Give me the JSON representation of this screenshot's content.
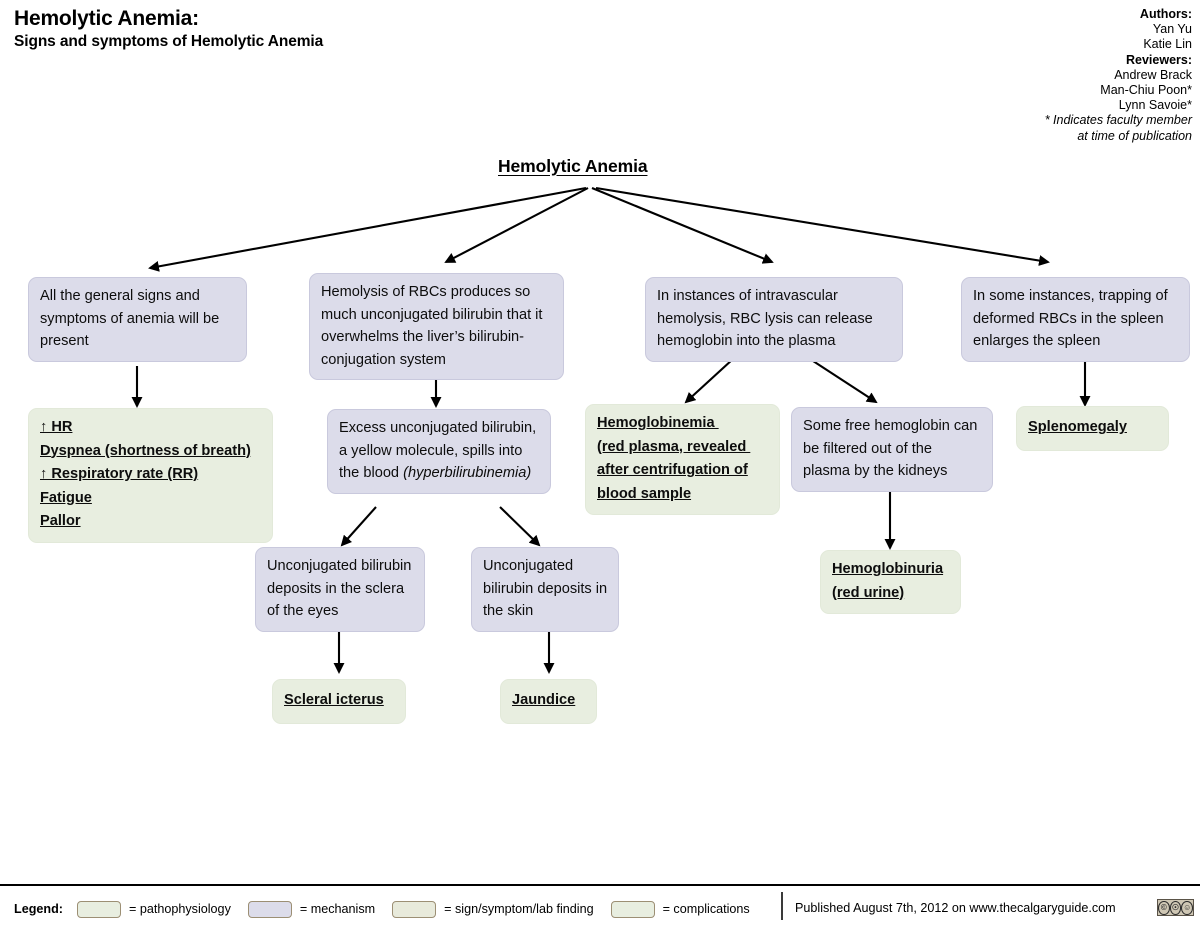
{
  "header": {
    "title": "Hemolytic Anemia:",
    "subtitle": "Signs and symptoms of Hemolytic Anemia",
    "authors_label": "Authors:",
    "authors": [
      "Yan Yu",
      "Katie Lin"
    ],
    "reviewers_label": "Reviewers:",
    "reviewers": [
      "Andrew Brack",
      "Man-Chiu Poon*",
      "Lynn Savoie*"
    ],
    "footnote_line1": "* Indicates faculty member",
    "footnote_line2": "at time of publication"
  },
  "root": {
    "label": "Hemolytic Anemia"
  },
  "nodes": {
    "general_signs": "All the general signs and symptoms of anemia will be present",
    "hemolysis_bilirubin": "Hemolysis of RBCs produces so much unconjugated bilirubin that it overwhelms the liver’s bilirubin-conjugation system",
    "intravascular": "In instances of intravascular hemolysis, RBC lysis can release hemoglobin into the plasma",
    "spleen_trapping": "In some instances, trapping of deformed RBCs in the spleen enlarges the spleen",
    "excess_bilirubin_a": "Excess unconjugated bilirubin, a yellow molecule, spills  into the blood ",
    "excess_bilirubin_b": "(hyperbilirubinemia)",
    "free_hgb_kidneys": "Some free hemoglobin can be filtered out of the plasma by the kidneys",
    "sclera_deposit": "Unconjugated bilirubin deposits in the sclera of the eyes",
    "skin_deposit": "Unconjugated bilirubin deposits in the skin"
  },
  "signs": {
    "general_list": [
      "↑ HR",
      "Dyspnea (shortness of breath)",
      "↑ Respiratory rate (RR)",
      "Fatigue",
      "Pallor"
    ],
    "hemoglobinemia": [
      "Hemoglobinemia ",
      "(red plasma, revealed ",
      "after centrifugation of",
      "blood sample"
    ],
    "splenomegaly": [
      "Splenomegaly"
    ],
    "hemoglobinuria": [
      "Hemoglobinuria",
      "(red urine)"
    ],
    "scleral_icterus": [
      "Scleral icterus"
    ],
    "jaundice": [
      "Jaundice"
    ]
  },
  "legend": {
    "title": "Legend:",
    "items": [
      {
        "label": "= pathophysiology",
        "color": "#e8eee0"
      },
      {
        "label": "= mechanism",
        "color": "#dcdcea"
      },
      {
        "label": "= sign/symptom/lab finding",
        "color": "#e8eadb"
      },
      {
        "label": "= complications",
        "color": "#e8eee0"
      }
    ]
  },
  "publication": {
    "text": "Published August 7th, 2012 on www.thecalgaryguide.com",
    "license_marks": [
      "CC",
      "1",
      "2"
    ]
  },
  "colors": {
    "mechanism_fill": "#dcdcea",
    "sign_fill": "#e8eee0",
    "edge": "#000000",
    "text": "#0d0d0d"
  }
}
